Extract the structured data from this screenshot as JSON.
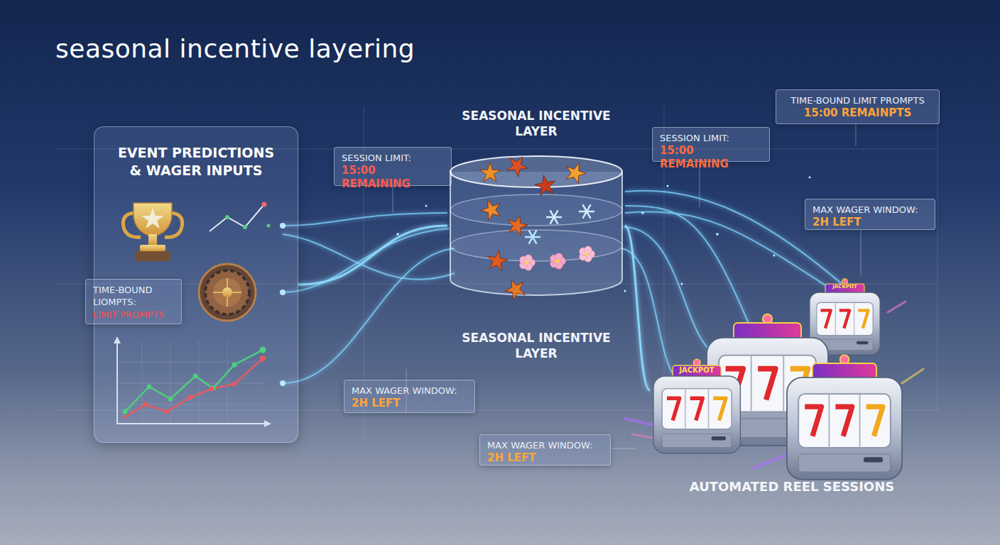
{
  "diagram": {
    "title": "seasonal incentive layering",
    "nodes": [
      {
        "text": [
          "EVENT PREDICTIONS & WAGER INPUTS"
        ]
      },
      {
        "text": [
          "TIME-BOUND LIOMPTS:",
          "LIMIT PROMPTS"
        ]
      },
      {
        "text": [
          "SESSION LIMIT:",
          "15:00 REMAINING"
        ]
      },
      {
        "text": [
          "SEASONAL INCENTIVE LAYER",
          "SEASONAL INCENTIVE LAYER"
        ]
      },
      {
        "text": [
          "MAX WAGER WINDOW:",
          "2H LEFT"
        ]
      },
      {
        "text": [
          "SESSION LIMIT:",
          "15:00 REMAINING"
        ]
      },
      {
        "text": [
          "TIME-BOUND LIMIT PROMPTS",
          "15:00 REMAINPTS"
        ]
      },
      {
        "text": [
          "MAX WAGER WINDOW:",
          "2H LEFT"
        ]
      },
      {
        "text": [
          "MAX WAGER WINDOW:",
          "2H LEFT"
        ]
      },
      {
        "text": [
          "AUTOMATED REEL SESSIONS"
        ]
      }
    ],
    "edges": [
      {
        "from": 0,
        "to": 3,
        "arrow": "none"
      },
      {
        "from": 3,
        "to": 9,
        "arrow": "none"
      }
    ],
    "labels": [
      "JACKPOT",
      "JACKPOT"
    ]
  }
}
